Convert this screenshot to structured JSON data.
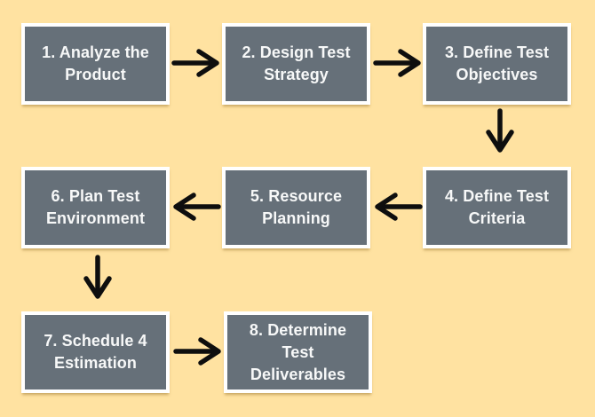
{
  "diagram": {
    "type": "flowchart",
    "background_color": "#FFE2A1",
    "box_fill_color": "#667079",
    "box_border_color": "#FFFFFF",
    "box_text_color": "#F7F8F8",
    "arrow_color": "#0E0E0E",
    "steps": [
      {
        "id": "1",
        "label": "1. Analyze the Product",
        "lines": [
          "1. Analyze the",
          "Product"
        ]
      },
      {
        "id": "2",
        "label": "2. Design Test Strategy",
        "lines": [
          "2. Design Test",
          "Strategy"
        ]
      },
      {
        "id": "3",
        "label": "3. Define Test Objectives",
        "lines": [
          "3. Define Test",
          "Objectives"
        ]
      },
      {
        "id": "4",
        "label": "4. Define Test Criteria",
        "lines": [
          "4. Define Test",
          "Criteria"
        ]
      },
      {
        "id": "5",
        "label": "5. Resource Planning",
        "lines": [
          "5. Resource",
          "Planning"
        ]
      },
      {
        "id": "6",
        "label": "6. Plan Test Environment",
        "lines": [
          "6. Plan Test",
          "Environment"
        ]
      },
      {
        "id": "7",
        "label": "7. Schedule 4 Estimation",
        "lines": [
          "7. Schedule 4",
          "Estimation"
        ]
      },
      {
        "id": "8",
        "label": "8. Determine Test Deliverables",
        "lines": [
          "8. Determine",
          "Test",
          "Deliverables"
        ]
      }
    ],
    "arrows": [
      {
        "from": "1",
        "to": "2",
        "direction": "right"
      },
      {
        "from": "2",
        "to": "3",
        "direction": "right"
      },
      {
        "from": "3",
        "to": "4",
        "direction": "down"
      },
      {
        "from": "4",
        "to": "5",
        "direction": "left"
      },
      {
        "from": "5",
        "to": "6",
        "direction": "left"
      },
      {
        "from": "6",
        "to": "7",
        "direction": "down"
      },
      {
        "from": "7",
        "to": "8",
        "direction": "right"
      }
    ]
  }
}
